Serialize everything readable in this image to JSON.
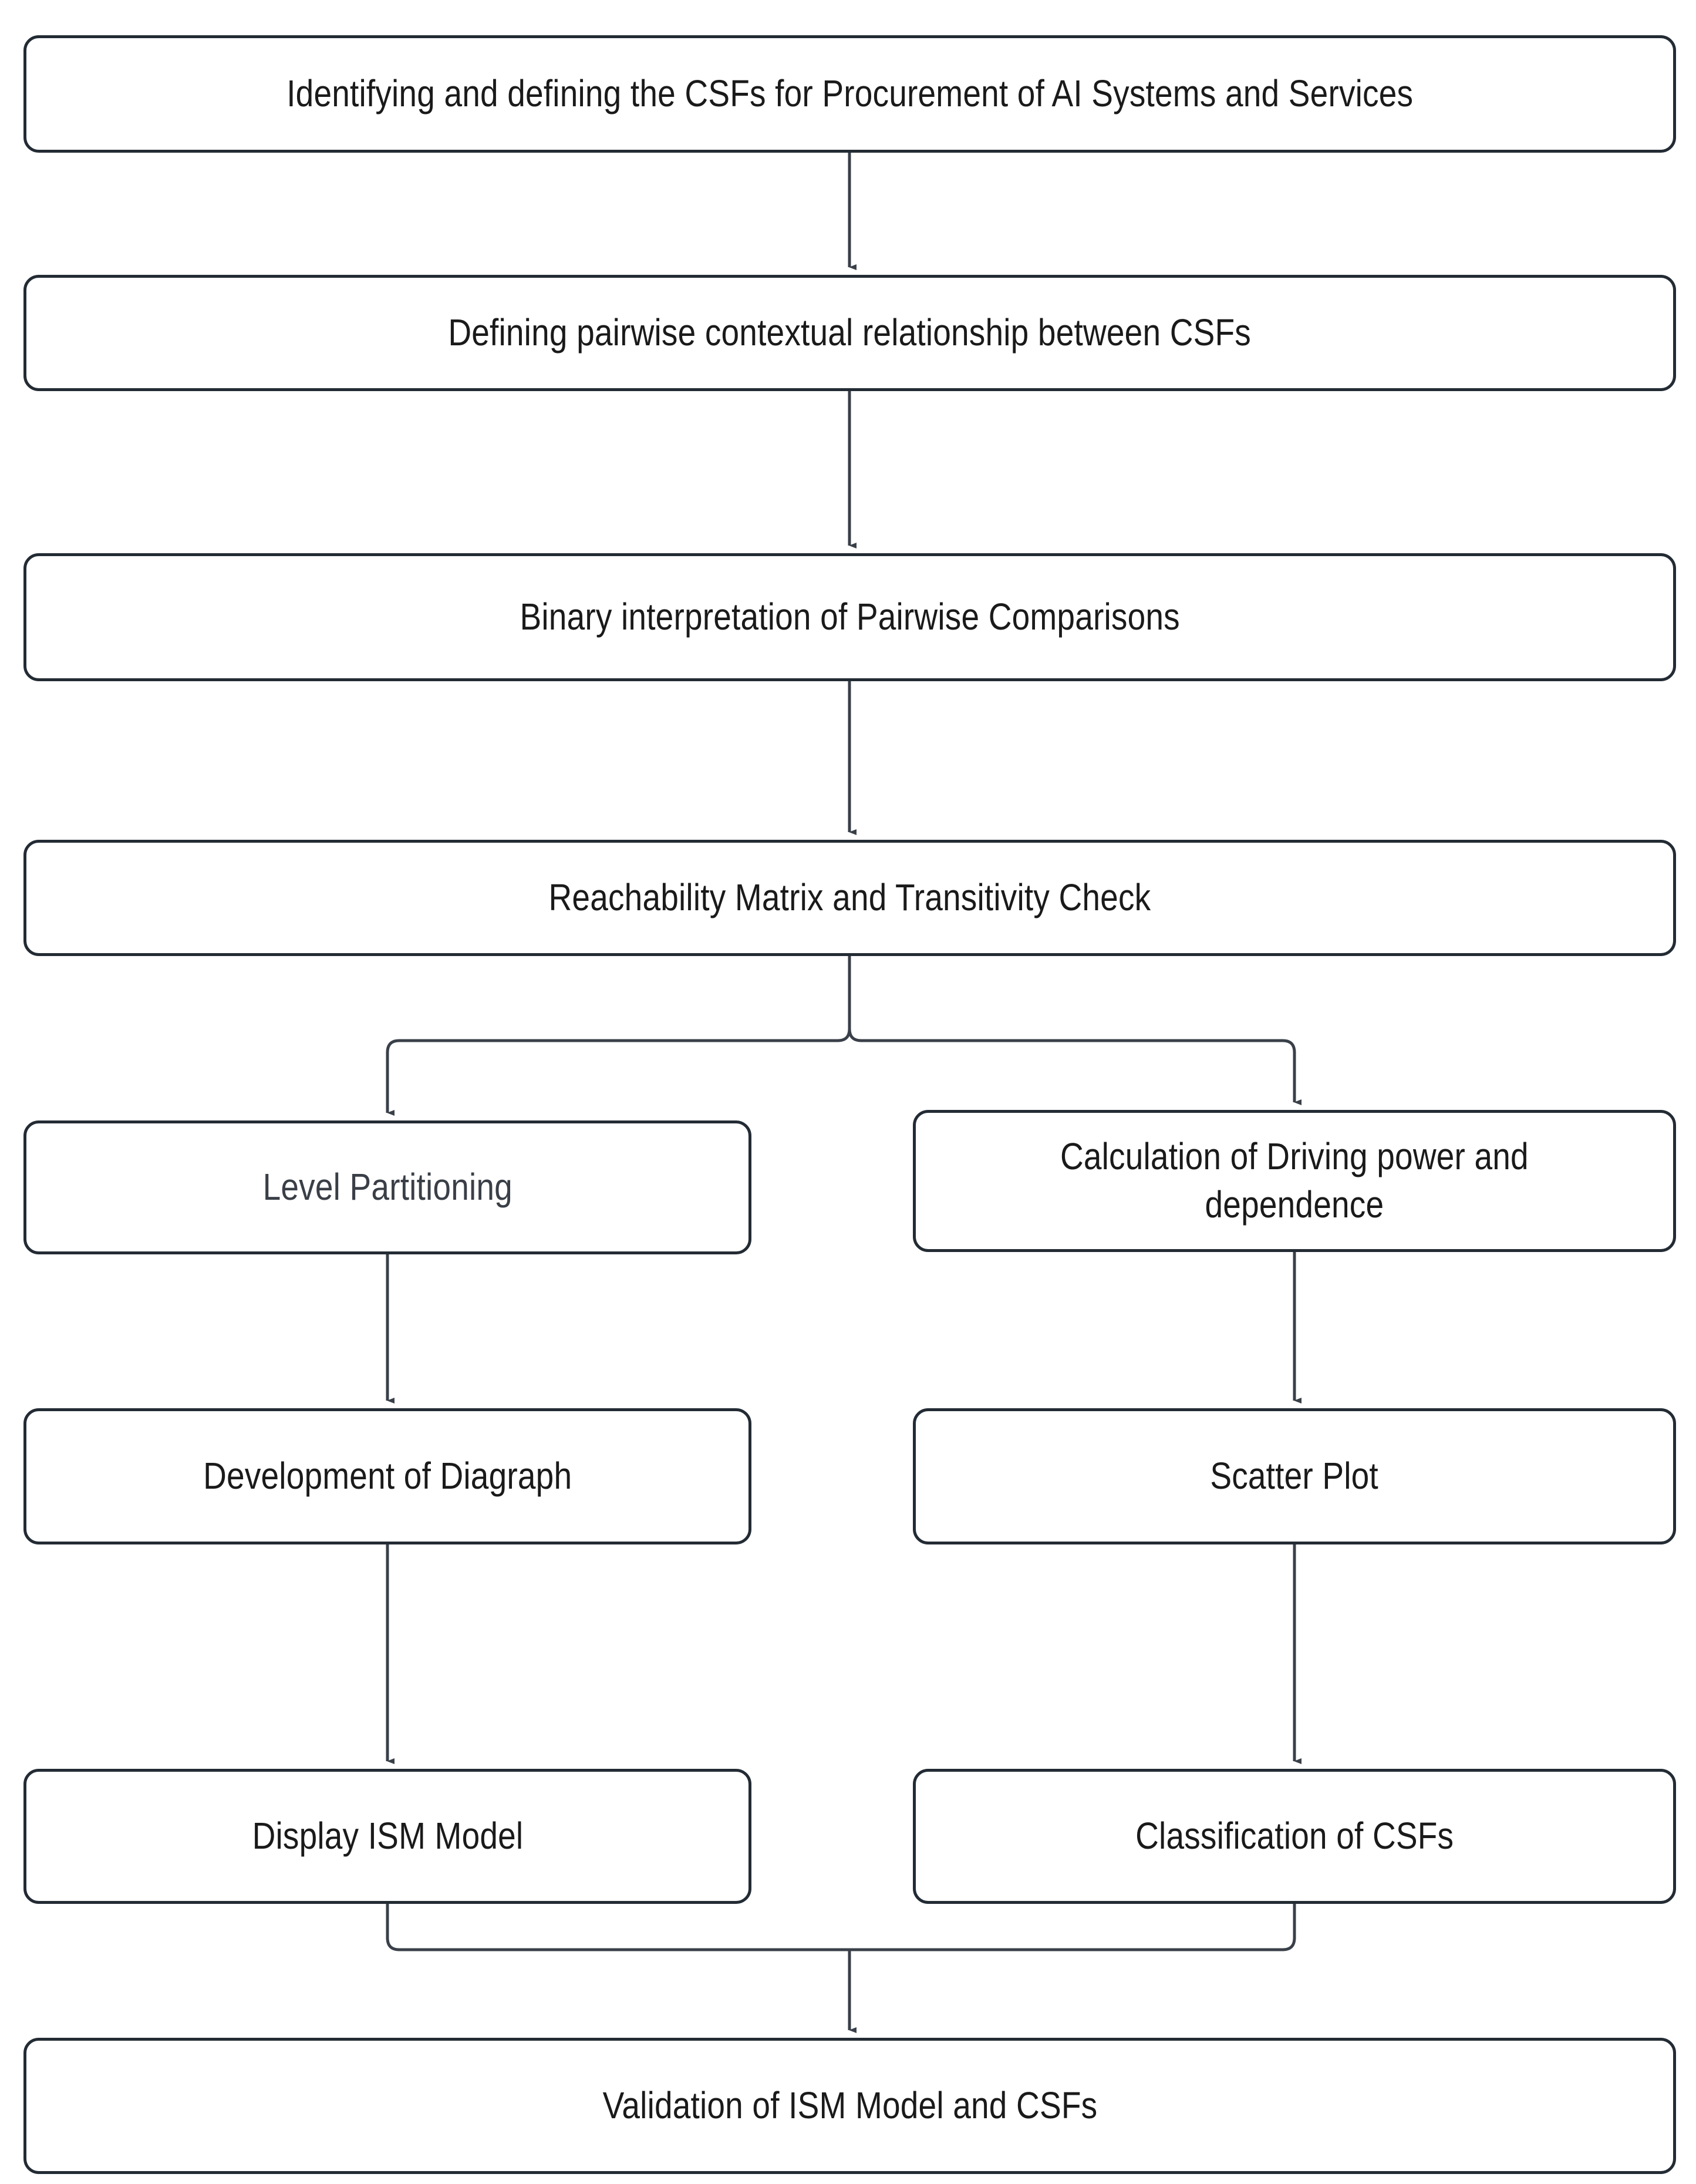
{
  "diagram": {
    "title": "ISM methodology flowchart for CSFs of AI procurement",
    "colors": {
      "box_border": "#232b34",
      "box_fill": "#ffffff",
      "connector": "#3a4049",
      "text": "#1a1a1a",
      "background": "#ffffff"
    },
    "nodes": [
      {
        "id": "identify",
        "label": "Identifying and defining the CSFs for Procurement of AI Systems and Services"
      },
      {
        "id": "pairwise",
        "label": "Defining pairwise contextual relationship between CSFs"
      },
      {
        "id": "binary",
        "label": "Binary interpretation of Pairwise Comparisons"
      },
      {
        "id": "reach",
        "label": "Reachability Matrix and Transitivity Check"
      },
      {
        "id": "level",
        "label": "Level Partitioning"
      },
      {
        "id": "driving",
        "label": "Calculation of Driving power and\ndependence"
      },
      {
        "id": "diagraph",
        "label": "Development of Diagraph"
      },
      {
        "id": "scatter",
        "label": "Scatter Plot"
      },
      {
        "id": "ism",
        "label": "Display ISM Model"
      },
      {
        "id": "classify",
        "label": "Classification of CSFs"
      },
      {
        "id": "validation",
        "label": "Validation of ISM Model and CSFs"
      }
    ],
    "edges": [
      {
        "from": "identify",
        "to": "pairwise",
        "type": "straight-down"
      },
      {
        "from": "pairwise",
        "to": "binary",
        "type": "straight-down"
      },
      {
        "from": "binary",
        "to": "reach",
        "type": "straight-down"
      },
      {
        "from": "reach",
        "to": "level",
        "type": "split-left"
      },
      {
        "from": "reach",
        "to": "driving",
        "type": "split-right"
      },
      {
        "from": "level",
        "to": "diagraph",
        "type": "straight-down"
      },
      {
        "from": "driving",
        "to": "scatter",
        "type": "straight-down"
      },
      {
        "from": "diagraph",
        "to": "ism",
        "type": "straight-down"
      },
      {
        "from": "scatter",
        "to": "classify",
        "type": "straight-down"
      },
      {
        "from": "ism",
        "to": "validation",
        "type": "merge-from-left"
      },
      {
        "from": "classify",
        "to": "validation",
        "type": "merge-from-right"
      }
    ]
  }
}
